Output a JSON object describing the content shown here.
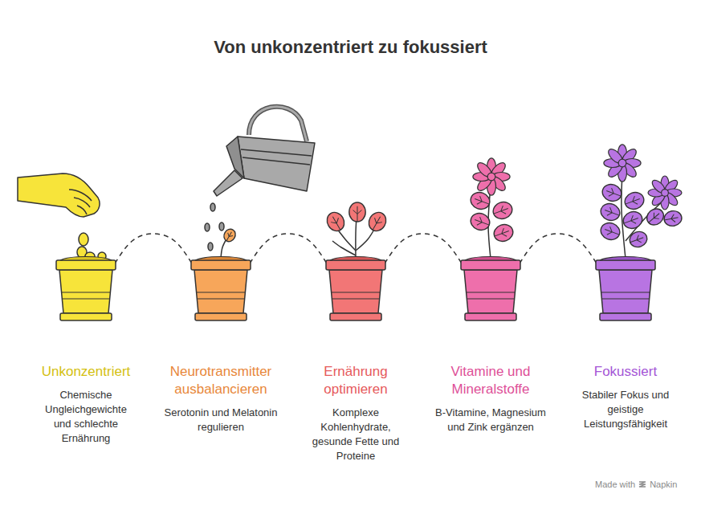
{
  "diagram": {
    "title": "Von unkonzentriert zu fokussiert",
    "nodes": [
      {
        "text": [
          "Unkonzentriert",
          "Chemische Ungleichgewichte und schlechte Ernährung"
        ]
      },
      {
        "text": [
          "Neurotransmitter ausbalancieren",
          "Serotonin und Melatonin regulieren"
        ]
      },
      {
        "text": [
          "Ernährung optimieren",
          "Komplexe Kohlenhydrate, gesunde Fette und Proteine"
        ]
      },
      {
        "text": [
          "Vitamine und Mineralstoffe",
          "B-Vitamine, Magnesium und Zink ergänzen"
        ]
      },
      {
        "text": [
          "Fokussiert",
          "Stabiler Fokus und geistige Leistungsfähigkeit"
        ]
      }
    ],
    "edges": [
      {
        "from": 0,
        "to": 1,
        "arrow": "none"
      },
      {
        "from": 1,
        "to": 2,
        "arrow": "none"
      },
      {
        "from": 2,
        "to": 3,
        "arrow": "none"
      },
      {
        "from": 3,
        "to": 4,
        "arrow": "none"
      }
    ],
    "labels": [
      "Made with",
      "Napkin"
    ]
  }
}
